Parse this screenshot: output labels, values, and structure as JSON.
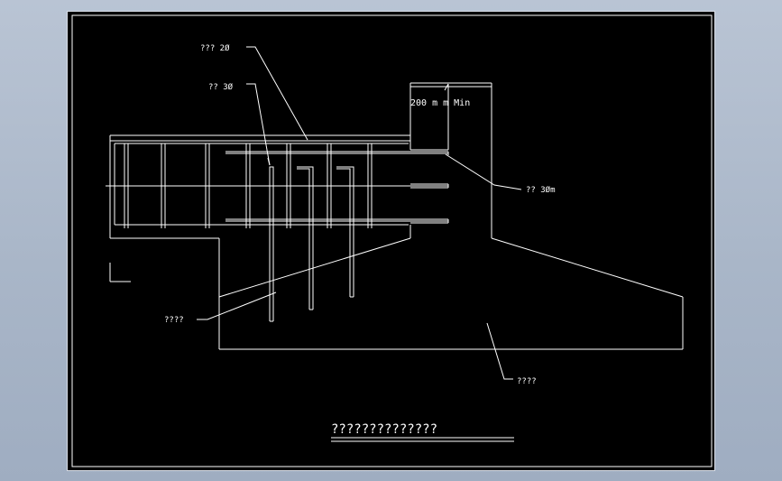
{
  "drawing": {
    "background": "#000000",
    "line_color": "#ffffff",
    "callouts": {
      "top_bar": "??? 2Ø",
      "stirrup": "?? 3Ø",
      "dowel_bar": "?? 3Øm",
      "footing_left": "????",
      "footing_right": "????"
    },
    "dimension_text": "200 m m Min",
    "title": "??????????????"
  }
}
